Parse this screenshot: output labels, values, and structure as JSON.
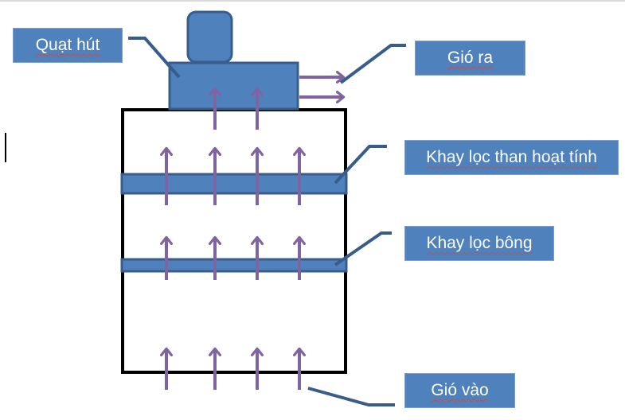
{
  "diagram": {
    "type": "air filtration cabinet schematic",
    "labels": {
      "fan": "Quạt hút",
      "air_out": "Gió ra",
      "carbon_tray": "Khay lọc than hoạt tính",
      "cotton_tray": "Khay lọc bông",
      "air_in": "Gió vào"
    },
    "colors": {
      "component_fill": "#4f81bd",
      "component_stroke": "#385d8a",
      "arrow": "#8064a2",
      "cabinet_stroke": "#000000",
      "label_text": "#ffffff",
      "spellcheck_underline": "#c0504d"
    },
    "flow_arrows": {
      "bottom_row_count": 4,
      "middle_row_count": 4,
      "upper_row_count": 4,
      "fan_inlet_count": 2,
      "outlet_count": 2
    }
  }
}
